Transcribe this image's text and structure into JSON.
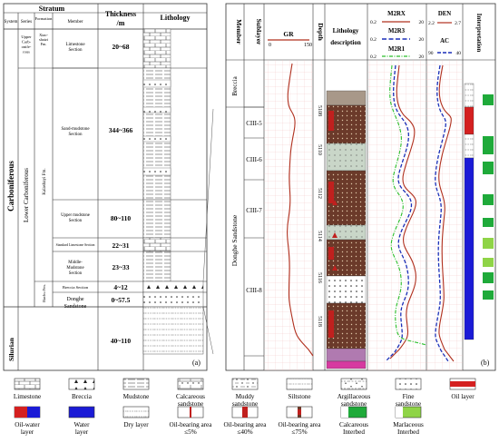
{
  "panel_a": {
    "header": {
      "stratum": "Stratum",
      "system": "System",
      "series": "Series",
      "formation": "Formation",
      "member": "Member",
      "thickness": "Thickness",
      "thickness_unit": "/m",
      "lithology": "Lithology"
    },
    "systems": [
      {
        "label": "Carboniferous"
      },
      {
        "label": "Silurian"
      }
    ],
    "series": [
      {
        "label": "Upper Carboniferous"
      },
      {
        "label": "Lower Carboniferous"
      }
    ],
    "formations": [
      {
        "label": "Xiaoshaizi Fm."
      },
      {
        "label": "Kalashayi Fm."
      },
      {
        "label": "Bachu Fm."
      }
    ],
    "members": [
      {
        "label": "Limestone Section",
        "thickness": "20~68"
      },
      {
        "label": "Sand-mudstone Section",
        "thickness": "344~366"
      },
      {
        "label": "Upper mudstone Section",
        "thickness": "80~110"
      },
      {
        "label": "Standard Limestone Section",
        "thickness": "22~31"
      },
      {
        "label": "Middle-Mudstone Section",
        "thickness": "23~33"
      },
      {
        "label": "Breccia Section",
        "thickness": "4~12"
      },
      {
        "label": "Donghe Sandstone",
        "thickness": "0~57.5"
      },
      {
        "label": "",
        "thickness": "40~110"
      }
    ],
    "panel_label": "(a)"
  },
  "panel_b": {
    "header": {
      "member": "Member",
      "sublayer": "Sublayer",
      "depth": "Depth",
      "lithology_title": "Lithology",
      "lithology_sub": "description",
      "interpretation": "Interpretation"
    },
    "members": [
      {
        "label": "Breccia"
      },
      {
        "label": "Donghe Sandstone"
      }
    ],
    "sublayers": [
      {
        "label": "CIII-5"
      },
      {
        "label": "CIII-6"
      },
      {
        "label": "CIII-7"
      },
      {
        "label": "CIII-8"
      }
    ],
    "depth_ticks": [
      "5108",
      "5110",
      "5112",
      "5114",
      "5116",
      "5118"
    ],
    "curves": {
      "gr": {
        "name": "GR",
        "min": "0",
        "max": "150",
        "color": "#b0301e"
      },
      "m2rx": {
        "name": "M2RX",
        "min": "0.2",
        "max": "20",
        "color": "#b0301e"
      },
      "m2r3": {
        "name": "M2R3",
        "min": "0.2",
        "max": "20",
        "color": "#1a2fb8"
      },
      "m2r1": {
        "name": "M2R1",
        "min": "0.2",
        "max": "20",
        "color": "#2bbf2b"
      },
      "den": {
        "name": "DEN",
        "min": "2.2",
        "max": "2.7",
        "color": "#b0301e"
      },
      "ac": {
        "name": "AC",
        "min": "90",
        "max": "40",
        "color": "#1a2fb8"
      }
    },
    "panel_label": "(b)"
  },
  "legend": [
    {
      "label": "Limestone",
      "icon": "limestone"
    },
    {
      "label": "Breccia",
      "icon": "breccia"
    },
    {
      "label": "Mudstone",
      "icon": "mudstone"
    },
    {
      "label": "Calcareous sandstone",
      "icon": "calcareous-sandstone"
    },
    {
      "label": "Muddy sandstone",
      "icon": "muddy-sandstone"
    },
    {
      "label": "Siltstone",
      "icon": "siltstone"
    },
    {
      "label": "Argillaceous sandstone",
      "icon": "argillaceous-sandstone"
    },
    {
      "label": "Fine sandstone",
      "icon": "fine-sandstone"
    },
    {
      "label": "Oil layer",
      "icon": "oil-layer"
    },
    {
      "label": "Oil-water layer",
      "icon": "oil-water-layer"
    },
    {
      "label": "Water layer",
      "icon": "water-layer"
    },
    {
      "label": "Dry layer",
      "icon": "dry-layer"
    },
    {
      "label": "Oil-bearing area ≤5%",
      "icon": "oil-bearing-5"
    },
    {
      "label": "Oil-bearing area ≤40%",
      "icon": "oil-bearing-40"
    },
    {
      "label": "Oil-bearing area ≤75%",
      "icon": "oil-bearing-75"
    },
    {
      "label": "Calcareous Interbed",
      "icon": "calcareous-interbed"
    },
    {
      "label": "Marlaceous Interbed",
      "icon": "marlaceous-interbed"
    }
  ]
}
